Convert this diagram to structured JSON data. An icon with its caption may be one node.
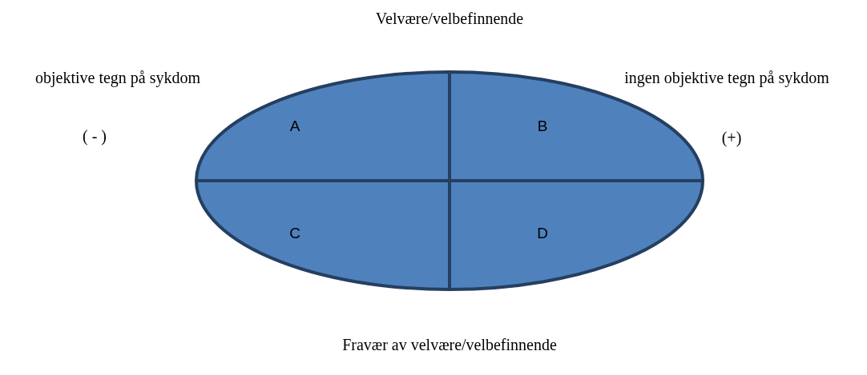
{
  "diagram": {
    "nodes": [
      {
        "text": [
          "A"
        ]
      },
      {
        "text": [
          "B"
        ]
      },
      {
        "text": [
          "C"
        ]
      },
      {
        "text": [
          "D"
        ]
      }
    ],
    "labels": [
      "Velvære/velbefinnende",
      "objektive tegn på sykdom",
      "ingen objektive tegn på sykdom",
      "( - )",
      "(+)",
      "Fravær av velvære/velbefinnende"
    ]
  }
}
